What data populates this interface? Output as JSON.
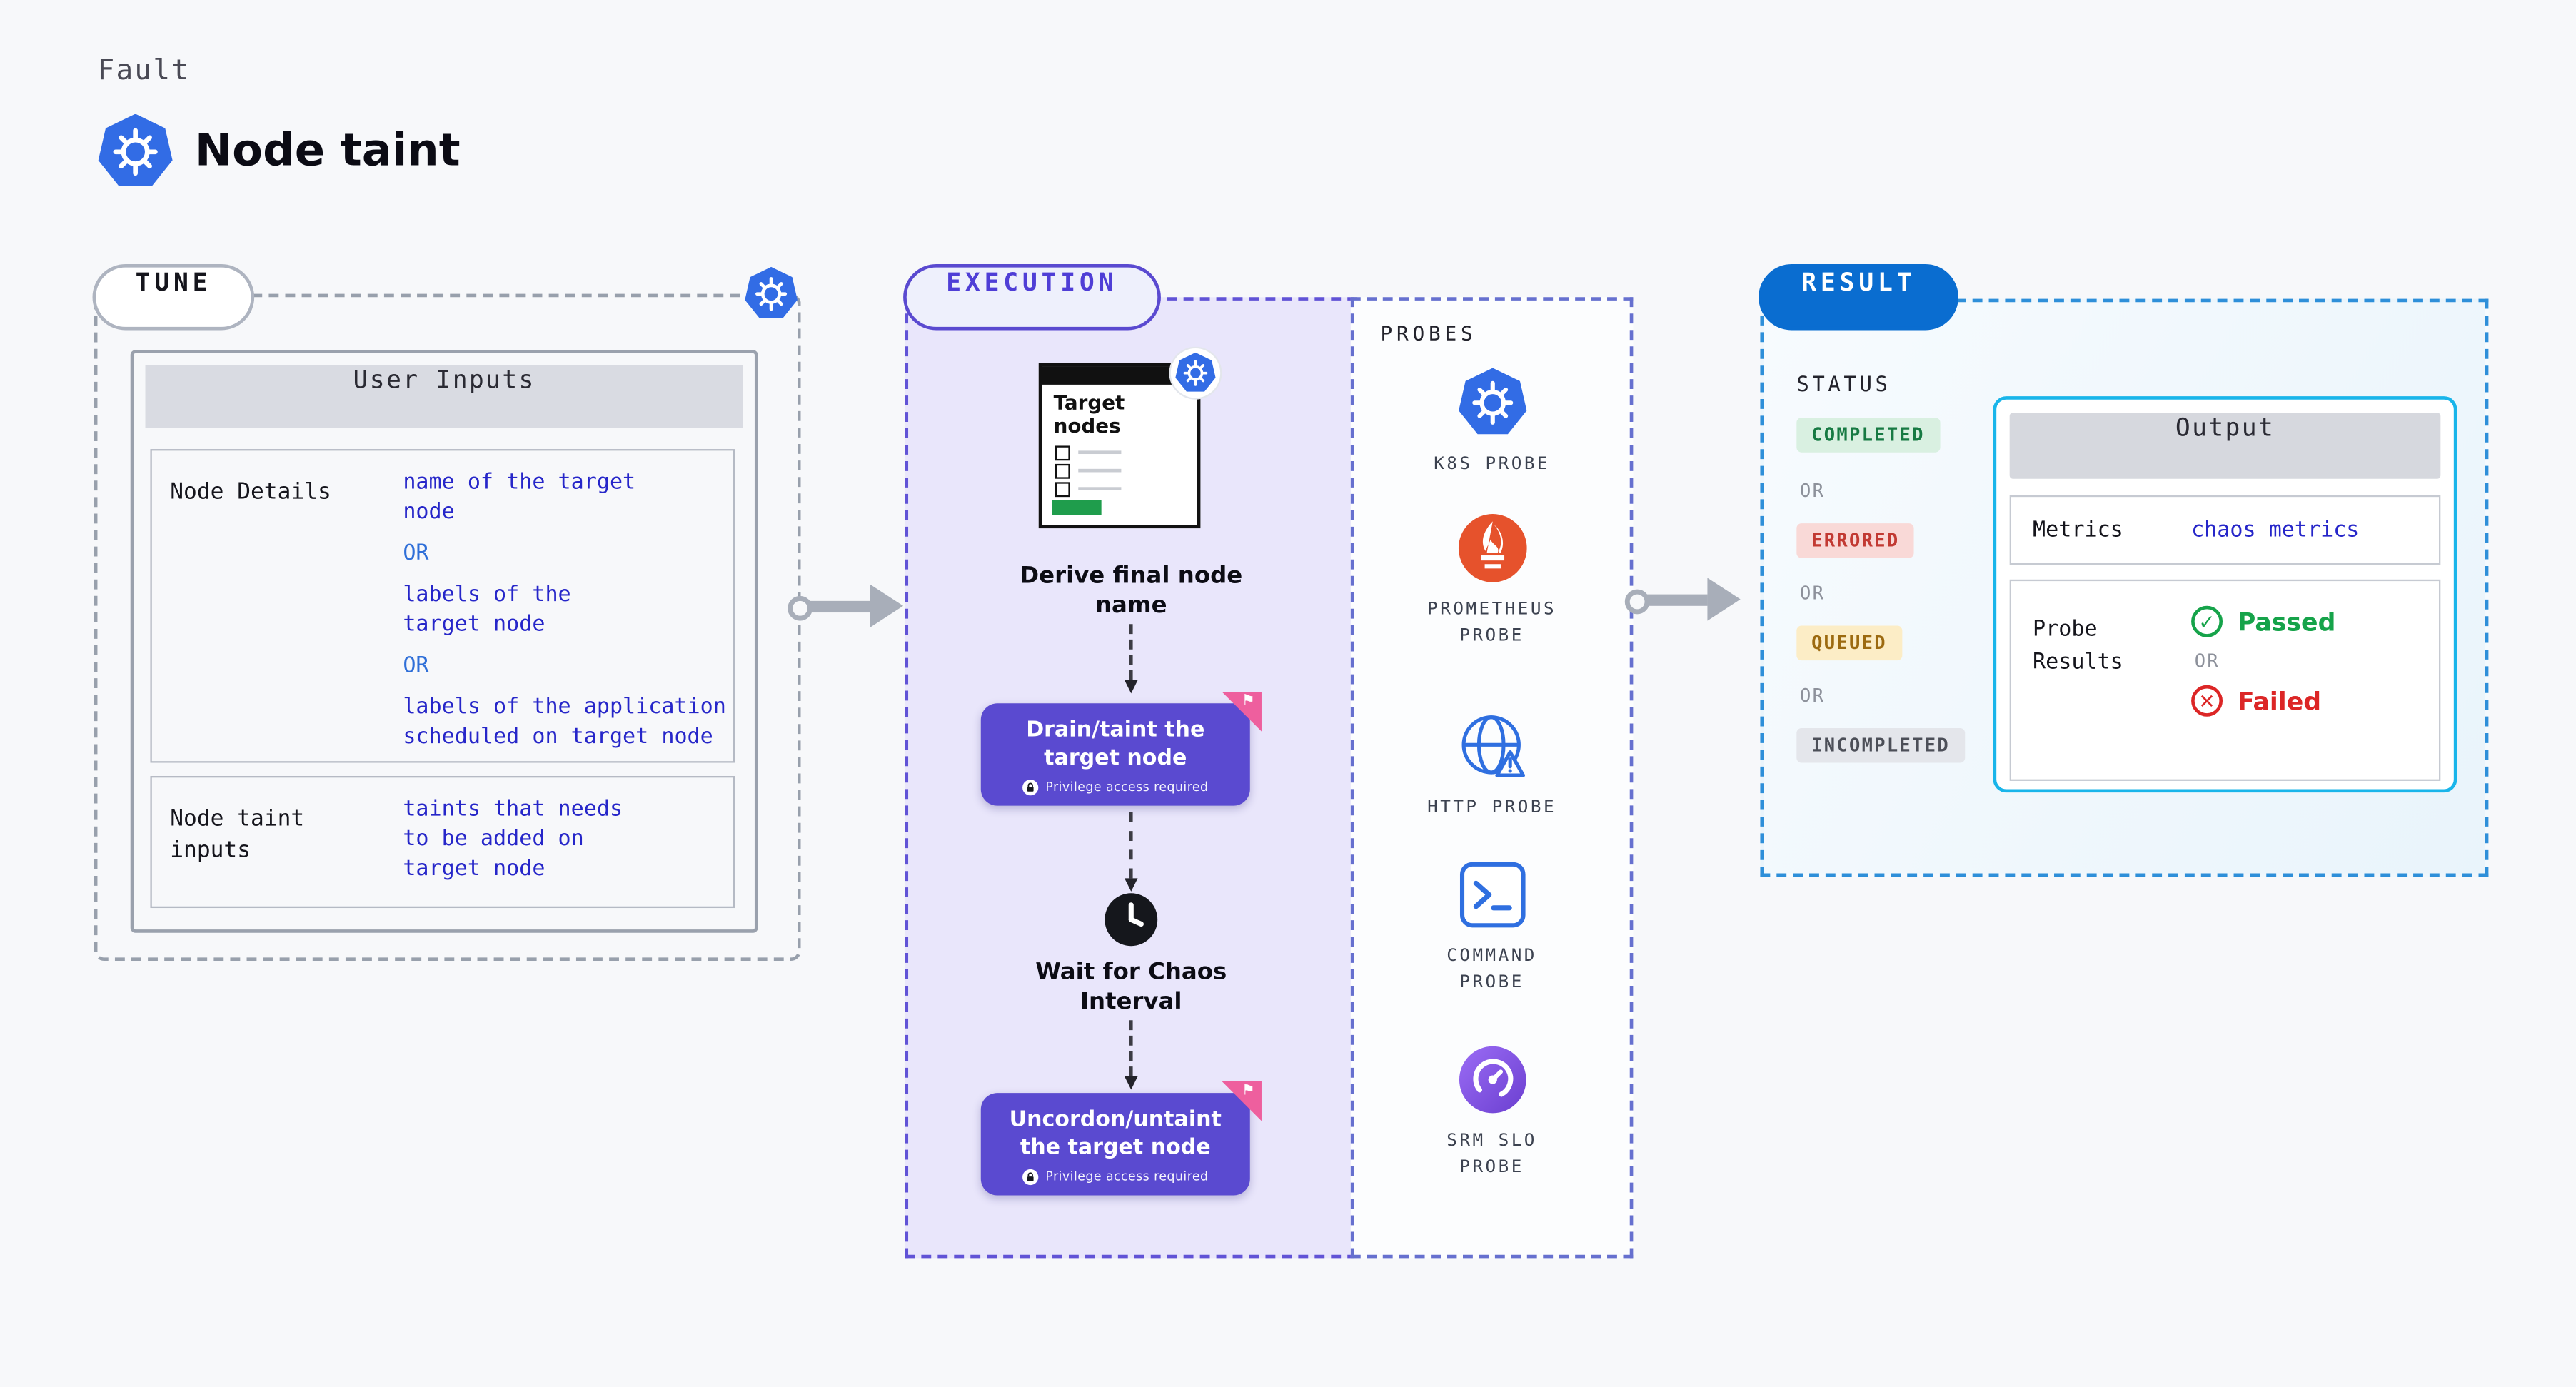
{
  "colors": {
    "background": "#f7f8fa",
    "accent_purple": "#5a4ad0",
    "execution_bg": "#e9e6fb",
    "result_blue": "#0a6dd0",
    "code_blue": "#2626c9",
    "kubernetes_blue": "#326ce5",
    "success_green": "#16a34a",
    "error_red": "#dc2626",
    "pink_fold": "#ee5f9e"
  },
  "header": {
    "kicker": "Fault",
    "title": "Node taint"
  },
  "tune": {
    "pill": "TUNE",
    "panel_title": "User Inputs",
    "rows": [
      {
        "label": "Node Details",
        "segments": [
          "name of the target\nnode",
          "OR",
          "labels of the\ntarget node",
          "OR",
          "labels of the application\n scheduled on target node"
        ]
      },
      {
        "label": "Node taint inputs",
        "segments": [
          "taints that needs\nto be added on\ntarget node"
        ]
      }
    ]
  },
  "execution": {
    "pill": "EXECUTION",
    "target_nodes_label": "Target nodes",
    "step_derive": "Derive final node name",
    "action_drain": "Drain/taint the target node",
    "privilege_note": "Privilege access required",
    "step_wait": "Wait for Chaos Interval",
    "action_uncordon": "Uncordon/untaint the target node"
  },
  "probes": {
    "title": "PROBES",
    "items": [
      {
        "label": "K8S PROBE",
        "icon": "kubernetes-icon"
      },
      {
        "label": "PROMETHEUS PROBE",
        "icon": "prometheus-icon"
      },
      {
        "label": "HTTP PROBE",
        "icon": "http-globe-icon"
      },
      {
        "label": "COMMAND PROBE",
        "icon": "terminal-icon"
      },
      {
        "label": "SRM SLO PROBE",
        "icon": "srm-slo-icon"
      }
    ]
  },
  "result": {
    "pill": "RESULT",
    "status_label": "STATUS",
    "or_label": "OR",
    "statuses": [
      {
        "label": "COMPLETED",
        "tone": "success"
      },
      {
        "label": "ERRORED",
        "tone": "error"
      },
      {
        "label": "QUEUED",
        "tone": "warning"
      },
      {
        "label": "INCOMPLETED",
        "tone": "neutral"
      }
    ],
    "output": {
      "title": "Output",
      "metrics_label": "Metrics",
      "metrics_value": "chaos metrics",
      "probe_results_label": "Probe Results",
      "passed_label": "Passed",
      "failed_label": "Failed"
    }
  }
}
